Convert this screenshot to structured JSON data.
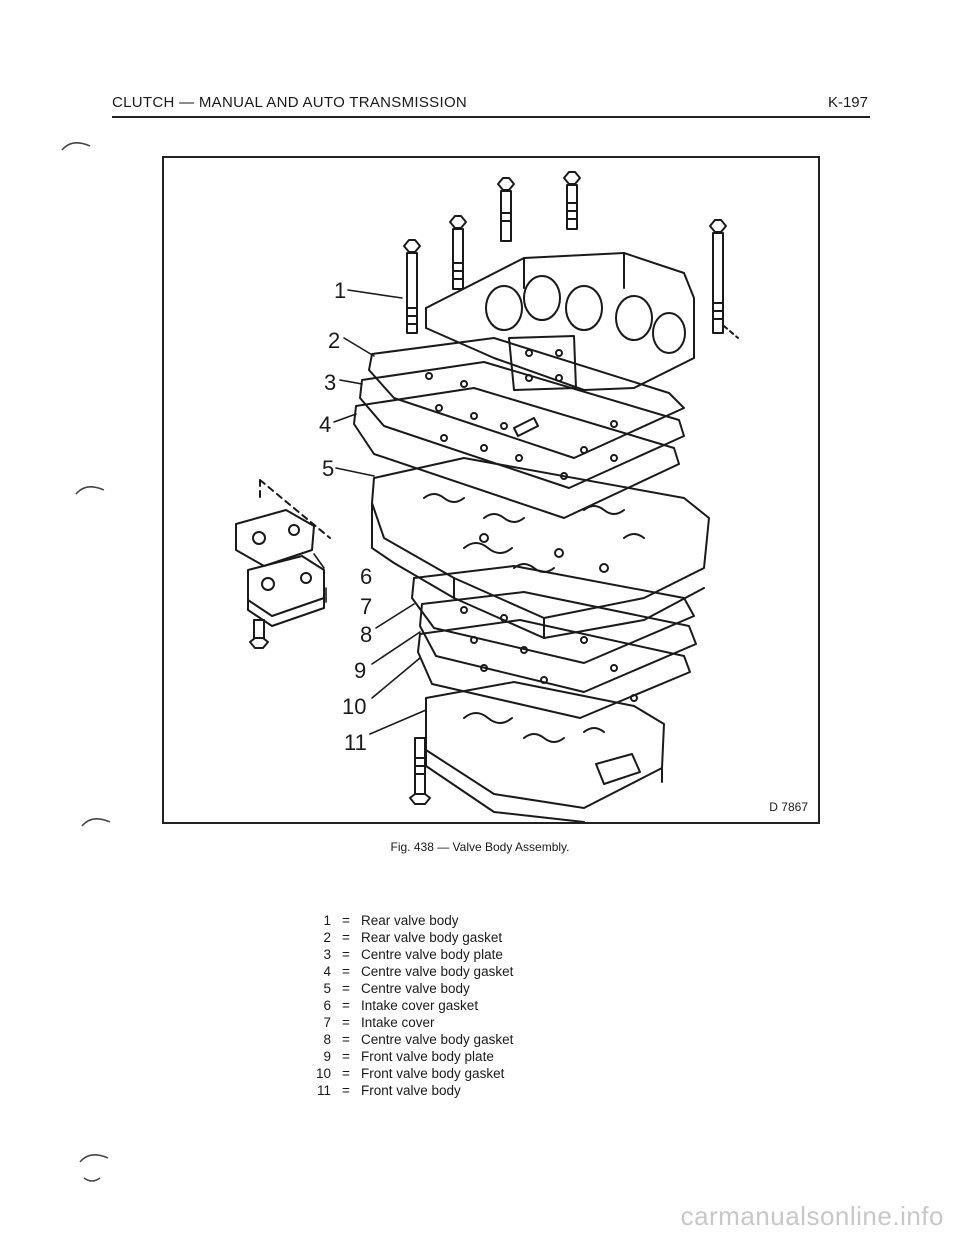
{
  "header": {
    "title": "CLUTCH — MANUAL AND AUTO TRANSMISSION",
    "page_number": "K-197"
  },
  "figure": {
    "code": "D 7867",
    "caption": "Fig. 438 — Valve Body Assembly.",
    "callouts": [
      "1",
      "2",
      "3",
      "4",
      "5",
      "6",
      "7",
      "8",
      "9",
      "10",
      "11"
    ]
  },
  "legend": {
    "items": [
      {
        "num": "1",
        "eq": "=",
        "desc": "Rear valve body"
      },
      {
        "num": "2",
        "eq": "=",
        "desc": "Rear valve body gasket"
      },
      {
        "num": "3",
        "eq": "=",
        "desc": "Centre valve body plate"
      },
      {
        "num": "4",
        "eq": "=",
        "desc": "Centre valve body gasket"
      },
      {
        "num": "5",
        "eq": "=",
        "desc": "Centre valve body"
      },
      {
        "num": "6",
        "eq": "=",
        "desc": "Intake cover gasket"
      },
      {
        "num": "7",
        "eq": "=",
        "desc": "Intake cover"
      },
      {
        "num": "8",
        "eq": "=",
        "desc": "Centre valve body gasket"
      },
      {
        "num": "9",
        "eq": "=",
        "desc": "Front valve body plate"
      },
      {
        "num": "10",
        "eq": "=",
        "desc": "Front valve body gasket"
      },
      {
        "num": "11",
        "eq": "=",
        "desc": "Front valve body"
      }
    ]
  },
  "watermark": "carmanualsonline.info"
}
